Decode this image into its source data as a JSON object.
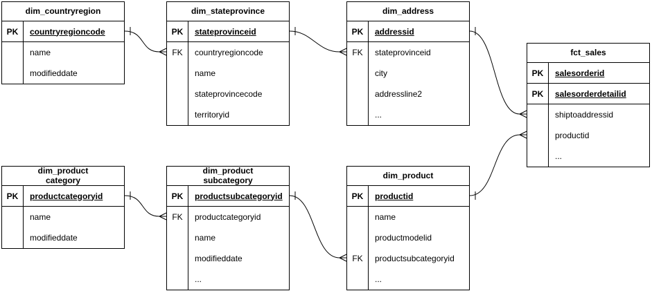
{
  "diagram_type": "entity-relationship",
  "colors": {
    "stroke": "#000000",
    "background": "#ffffff",
    "text": "#000000"
  },
  "tables": [
    {
      "name": "dim_countryregion",
      "title": "dim_countryregion",
      "rows": [
        {
          "key": "PK",
          "label": "countryregioncode"
        },
        {
          "key": "",
          "label": "name"
        },
        {
          "key": "",
          "label": "modifieddate"
        }
      ]
    },
    {
      "name": "dim_stateprovince",
      "title": "dim_stateprovince",
      "rows": [
        {
          "key": "PK",
          "label": "stateprovinceid"
        },
        {
          "key": "FK",
          "label": "countryregioncode"
        },
        {
          "key": "",
          "label": "name"
        },
        {
          "key": "",
          "label": "stateprovincecode"
        },
        {
          "key": "",
          "label": "territoryid"
        }
      ]
    },
    {
      "name": "dim_address",
      "title": "dim_address",
      "rows": [
        {
          "key": "PK",
          "label": "addressid"
        },
        {
          "key": "FK",
          "label": "stateprovinceid"
        },
        {
          "key": "",
          "label": "city"
        },
        {
          "key": "",
          "label": "addressline2"
        },
        {
          "key": "",
          "label": "..."
        }
      ]
    },
    {
      "name": "fct_sales",
      "title": "fct_sales",
      "rows": [
        {
          "key": "PK",
          "label": "salesorderid"
        },
        {
          "key": "PK",
          "label": "salesorderdetailid"
        },
        {
          "key": "",
          "label": "shiptoaddressid"
        },
        {
          "key": "",
          "label": "productid"
        },
        {
          "key": "",
          "label": "..."
        }
      ]
    },
    {
      "name": "dim_product_category",
      "title": "dim_product\ncategory",
      "rows": [
        {
          "key": "PK",
          "label": "productcategoryid"
        },
        {
          "key": "",
          "label": "name"
        },
        {
          "key": "",
          "label": "modifieddate"
        }
      ]
    },
    {
      "name": "dim_product_subcategory",
      "title": "dim_product\nsubcategory",
      "rows": [
        {
          "key": "PK",
          "label": "productsubcategoryid"
        },
        {
          "key": "FK",
          "label": "productcategoryid"
        },
        {
          "key": "",
          "label": "name"
        },
        {
          "key": "",
          "label": "modifieddate"
        },
        {
          "key": "",
          "label": "..."
        }
      ]
    },
    {
      "name": "dim_product",
      "title": "dim_product",
      "rows": [
        {
          "key": "PK",
          "label": "productid"
        },
        {
          "key": "",
          "label": "name"
        },
        {
          "key": "",
          "label": "productmodelid"
        },
        {
          "key": "FK",
          "label": "productsubcategoryid"
        },
        {
          "key": "",
          "label": "..."
        }
      ]
    }
  ],
  "relationships": [
    {
      "from": "dim_countryregion.countryregioncode",
      "to": "dim_stateprovince.countryregioncode",
      "from_marker": "one",
      "to_marker": "many"
    },
    {
      "from": "dim_stateprovince.stateprovinceid",
      "to": "dim_address.stateprovinceid",
      "from_marker": "one",
      "to_marker": "many"
    },
    {
      "from": "dim_address.addressid",
      "to": "fct_sales.shiptoaddressid",
      "from_marker": "one",
      "to_marker": "many"
    },
    {
      "from": "dim_product.productid",
      "to": "fct_sales.productid",
      "from_marker": "one",
      "to_marker": "many"
    },
    {
      "from": "dim_product_category.productcategoryid",
      "to": "dim_product_subcategory.productcategoryid",
      "from_marker": "one",
      "to_marker": "many"
    },
    {
      "from": "dim_product_subcategory.productsubcategoryid",
      "to": "dim_product.productsubcategoryid",
      "from_marker": "one",
      "to_marker": "many"
    }
  ]
}
